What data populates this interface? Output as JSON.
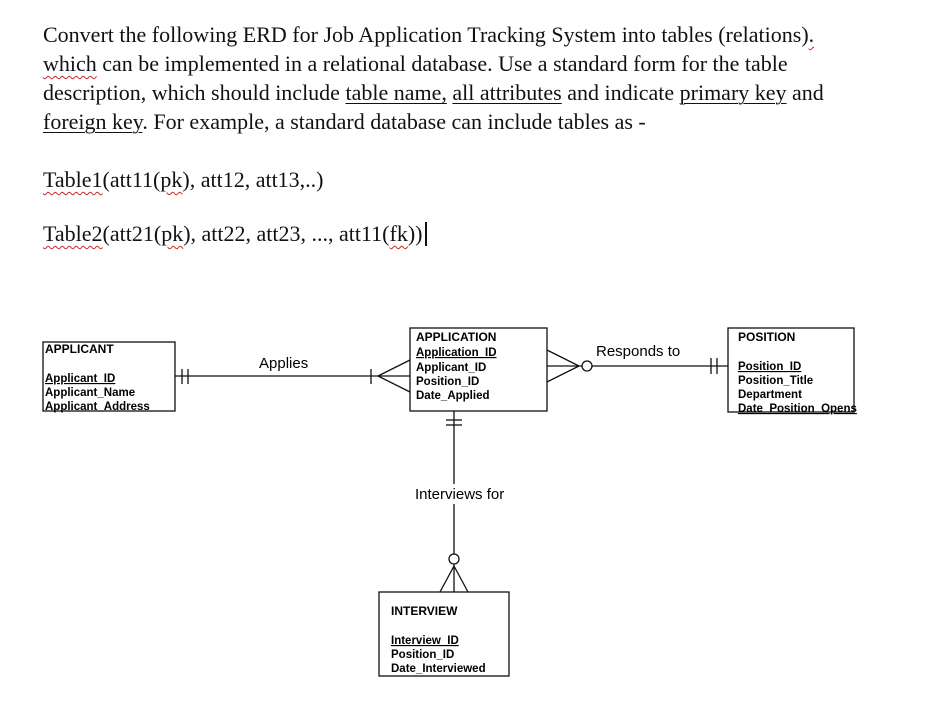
{
  "instructions": {
    "line1": "Convert the following ERD for Job Application Tracking System into tables (relations)",
    "line2_w1": "which",
    "line2_rest": " can be implemented in a relational database. Use a standard form for the table",
    "line3_pre": "description, which should include ",
    "line3_u1": "table name,",
    "line3_mid1": " ",
    "line3_u2": "all attributes",
    "line3_mid2": " and indicate ",
    "line3_u3": "primary key",
    "line3_post": " and",
    "line4_u": "foreign key",
    "line4_post": ". For example, a standard database can include tables as -"
  },
  "examples": {
    "t1_name": "Table1",
    "t1_a": "(att11(",
    "t1_pk": "pk",
    "t1_b": "), att12, att13,..)",
    "t2_name": "Table2",
    "t2_a": "(att21(",
    "t2_pk": "pk",
    "t2_b": "), att22, att23, ..., att11(",
    "t2_fk": "fk",
    "t2_c": "))"
  },
  "erd": {
    "applicant": {
      "title": "APPLICANT",
      "attrs": [
        "Applicant_ID",
        "Applicant_Name",
        "Applicant_Address"
      ]
    },
    "application": {
      "title": "APPLICATION",
      "attrs": [
        "Application_ID",
        "Applicant_ID",
        "Position_ID",
        "Date_Applied"
      ]
    },
    "position": {
      "title": "POSITION",
      "attrs": [
        "Position_ID",
        "Position_Title",
        "Department",
        "Date_Position_Opens"
      ]
    },
    "interview": {
      "title": "INTERVIEW",
      "attrs": [
        "Interview_ID",
        "Position_ID",
        "Date_Interviewed"
      ]
    },
    "relationships": {
      "applies": "Applies",
      "responds_to": "Responds to",
      "interviews_for": "Interviews for"
    }
  }
}
